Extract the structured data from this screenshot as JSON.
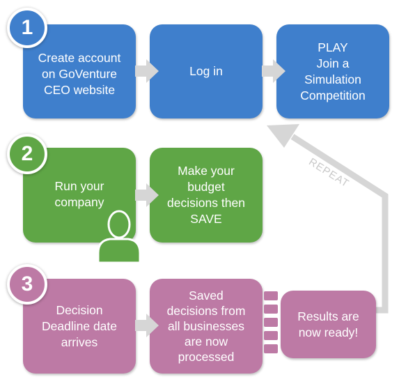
{
  "steps": [
    {
      "number": "1",
      "color": "#3f7fcc"
    },
    {
      "number": "2",
      "color": "#5fa646"
    },
    {
      "number": "3",
      "color": "#bd7aa5"
    }
  ],
  "boxes": {
    "create_account": "Create account\non GoVenture\nCEO website",
    "log_in": "Log in",
    "play": "PLAY\nJoin a\nSimulation\nCompetition",
    "run_company": "Run your\ncompany",
    "make_decisions": "Make your\nbudget\ndecisions then\nSAVE",
    "decision_deadline": "Decision\nDeadline date\narrives",
    "saved_processed": "Saved\ndecisions from\nall businesses\nare now\nprocessed",
    "results_ready": "Results are\nnow ready!"
  },
  "repeat_label": "REPEAT",
  "icons": {
    "user": "user-icon",
    "flow": "arrow-right-icon",
    "loop": "arrow-up-left-icon",
    "stack": "stacked-pages-icon"
  },
  "colors": {
    "blue": "#3f7fcc",
    "green": "#5fa646",
    "pink": "#bd7aa5",
    "arrow_gray": "#d6d6d6"
  }
}
